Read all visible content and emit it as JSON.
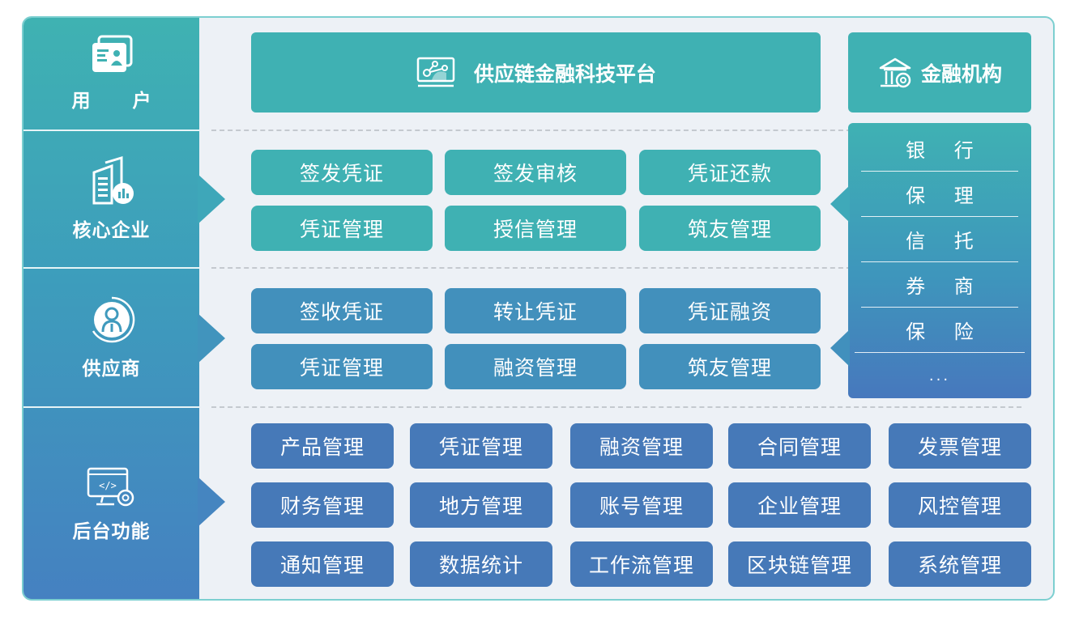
{
  "rows": {
    "user": {
      "label": "用 户",
      "icon": "id-card-icon"
    },
    "core": {
      "label": "核心企业",
      "icon": "building-chart-icon"
    },
    "supplier": {
      "label": "供应商",
      "icon": "person-circle-icon"
    },
    "backend": {
      "label": "后台功能",
      "icon": "monitor-code-gear-icon"
    }
  },
  "platform": {
    "title": "供应链金融科技平台",
    "icon": "monitor-share-icon"
  },
  "financial_institutions": {
    "title": "金融机构",
    "icon": "bank-coin-icon",
    "items": [
      "银 行",
      "保 理",
      "信 托",
      "券 商",
      "保 险",
      "..."
    ]
  },
  "core_functions": [
    "签发凭证",
    "签发审核",
    "凭证还款",
    "凭证管理",
    "授信管理",
    "筑友管理"
  ],
  "supplier_functions": [
    "签收凭证",
    "转让凭证",
    "凭证融资",
    "凭证管理",
    "融资管理",
    "筑友管理"
  ],
  "backend_functions": [
    "产品管理",
    "凭证管理",
    "融资管理",
    "合同管理",
    "发票管理",
    "财务管理",
    "地方管理",
    "账号管理",
    "企业管理",
    "风控管理",
    "通知管理",
    "数据统计",
    "工作流管理",
    "区块链管理",
    "系统管理"
  ],
  "colors": {
    "teal": "#3fb1b3",
    "steel_blue": "#4290bc",
    "navy_blue": "#4679b8",
    "background": "#edf1f6",
    "border": "#7ccfd0"
  }
}
